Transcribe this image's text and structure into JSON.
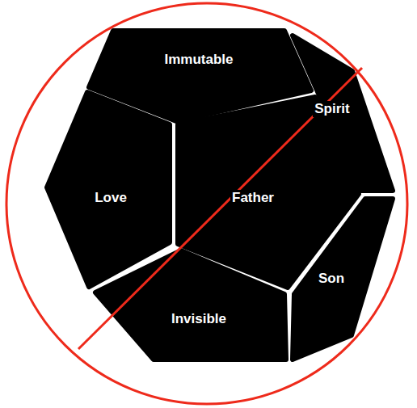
{
  "diagram": {
    "nodes": [
      {
        "text": [
          "Immutable"
        ]
      },
      {
        "text": [
          "Spirit"
        ]
      },
      {
        "text": [
          "Love"
        ]
      },
      {
        "text": [
          "Father"
        ]
      },
      {
        "text": [
          "Son"
        ]
      },
      {
        "text": [
          "Invisible"
        ]
      }
    ]
  }
}
